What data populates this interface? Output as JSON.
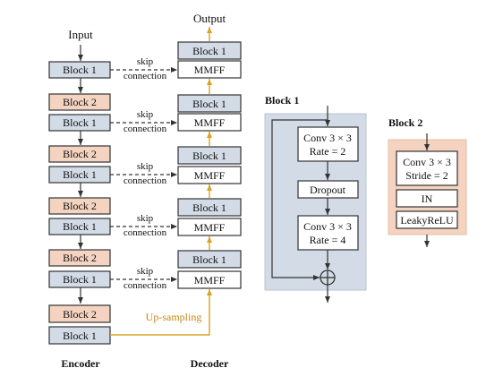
{
  "labels": {
    "input": "Input",
    "output": "Output",
    "encoder": "Encoder",
    "decoder": "Decoder",
    "skip": "skip",
    "connection": "connection",
    "upsampling": "Up-sampling"
  },
  "blocks": {
    "block1": "Block 1",
    "block2": "Block 2",
    "mmff": "MMFF"
  },
  "detail1": {
    "title": "Block 1",
    "conv_a_line1": "Conv 3 × 3",
    "conv_a_line2": "Rate = 2",
    "dropout": "Dropout",
    "conv_b_line1": "Conv 3 × 3",
    "conv_b_line2": "Rate = 4"
  },
  "detail2": {
    "title": "Block 2",
    "conv_line1": "Conv 3 × 3",
    "conv_line2": "Stride = 2",
    "norm": "IN",
    "act": "LeakyReLU"
  },
  "colors": {
    "block1_fill": "#d3dbe6",
    "block2_fill": "#f4d3c0",
    "upsampling_accent": "#d9a322"
  }
}
